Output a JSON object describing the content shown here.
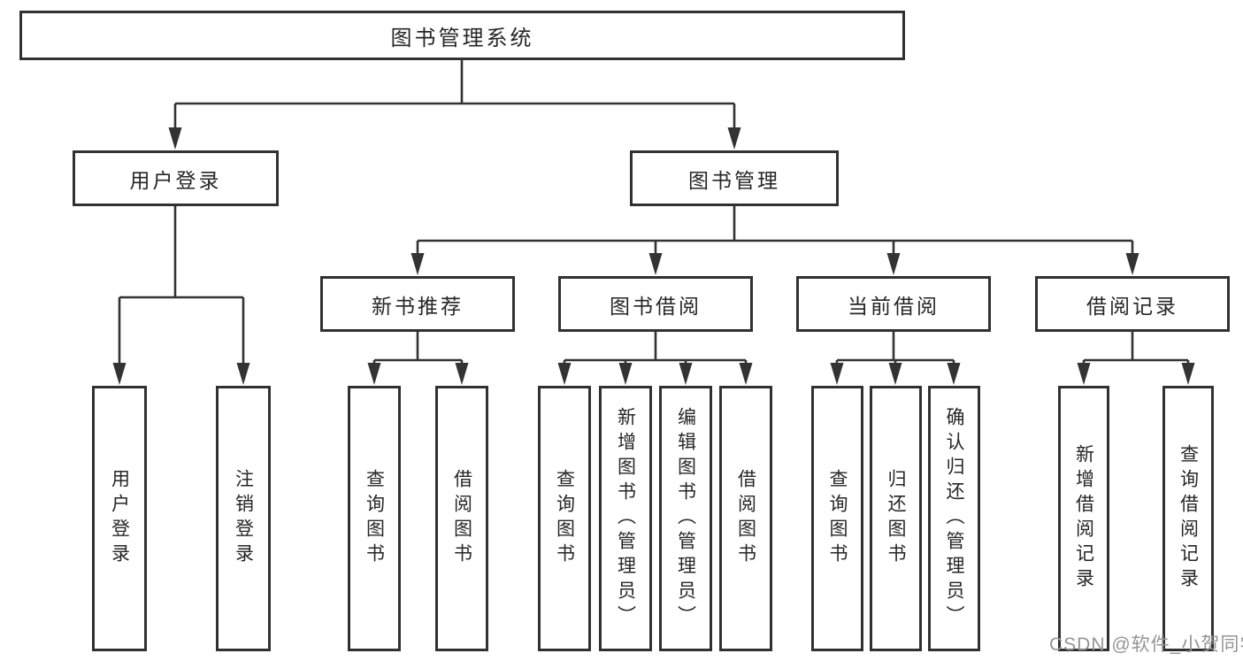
{
  "diagram": {
    "root": {
      "label": "图书管理系统"
    },
    "level2": [
      {
        "label": "用户登录"
      },
      {
        "label": "图书管理"
      }
    ],
    "level3": [
      {
        "label": "新书推荐"
      },
      {
        "label": "图书借阅"
      },
      {
        "label": "当前借阅"
      },
      {
        "label": "借阅记录"
      }
    ],
    "level4": {
      "user_login": [
        {
          "label": "用户登录"
        },
        {
          "label": "注销登录"
        }
      ],
      "new_books": [
        {
          "label": "查询图书"
        },
        {
          "label": "借阅图书"
        }
      ],
      "book_borrow": [
        {
          "label": "查询图书"
        },
        {
          "label": "新增图书（管理员）"
        },
        {
          "label": "编辑图书（管理员）"
        },
        {
          "label": "借阅图书"
        }
      ],
      "current_borrow": [
        {
          "label": "查询图书"
        },
        {
          "label": "归还图书"
        },
        {
          "label": "确认归还（管理员）"
        }
      ],
      "borrow_records": [
        {
          "label": "新增借阅记录"
        },
        {
          "label": "查询借阅记录"
        }
      ]
    },
    "watermark": "CSDN @软件_小贺同学",
    "colors": {
      "line": "#333333",
      "text": "#262626",
      "box_background": "#ffffff",
      "watermark": "#949494",
      "background": "#ffffff"
    }
  }
}
